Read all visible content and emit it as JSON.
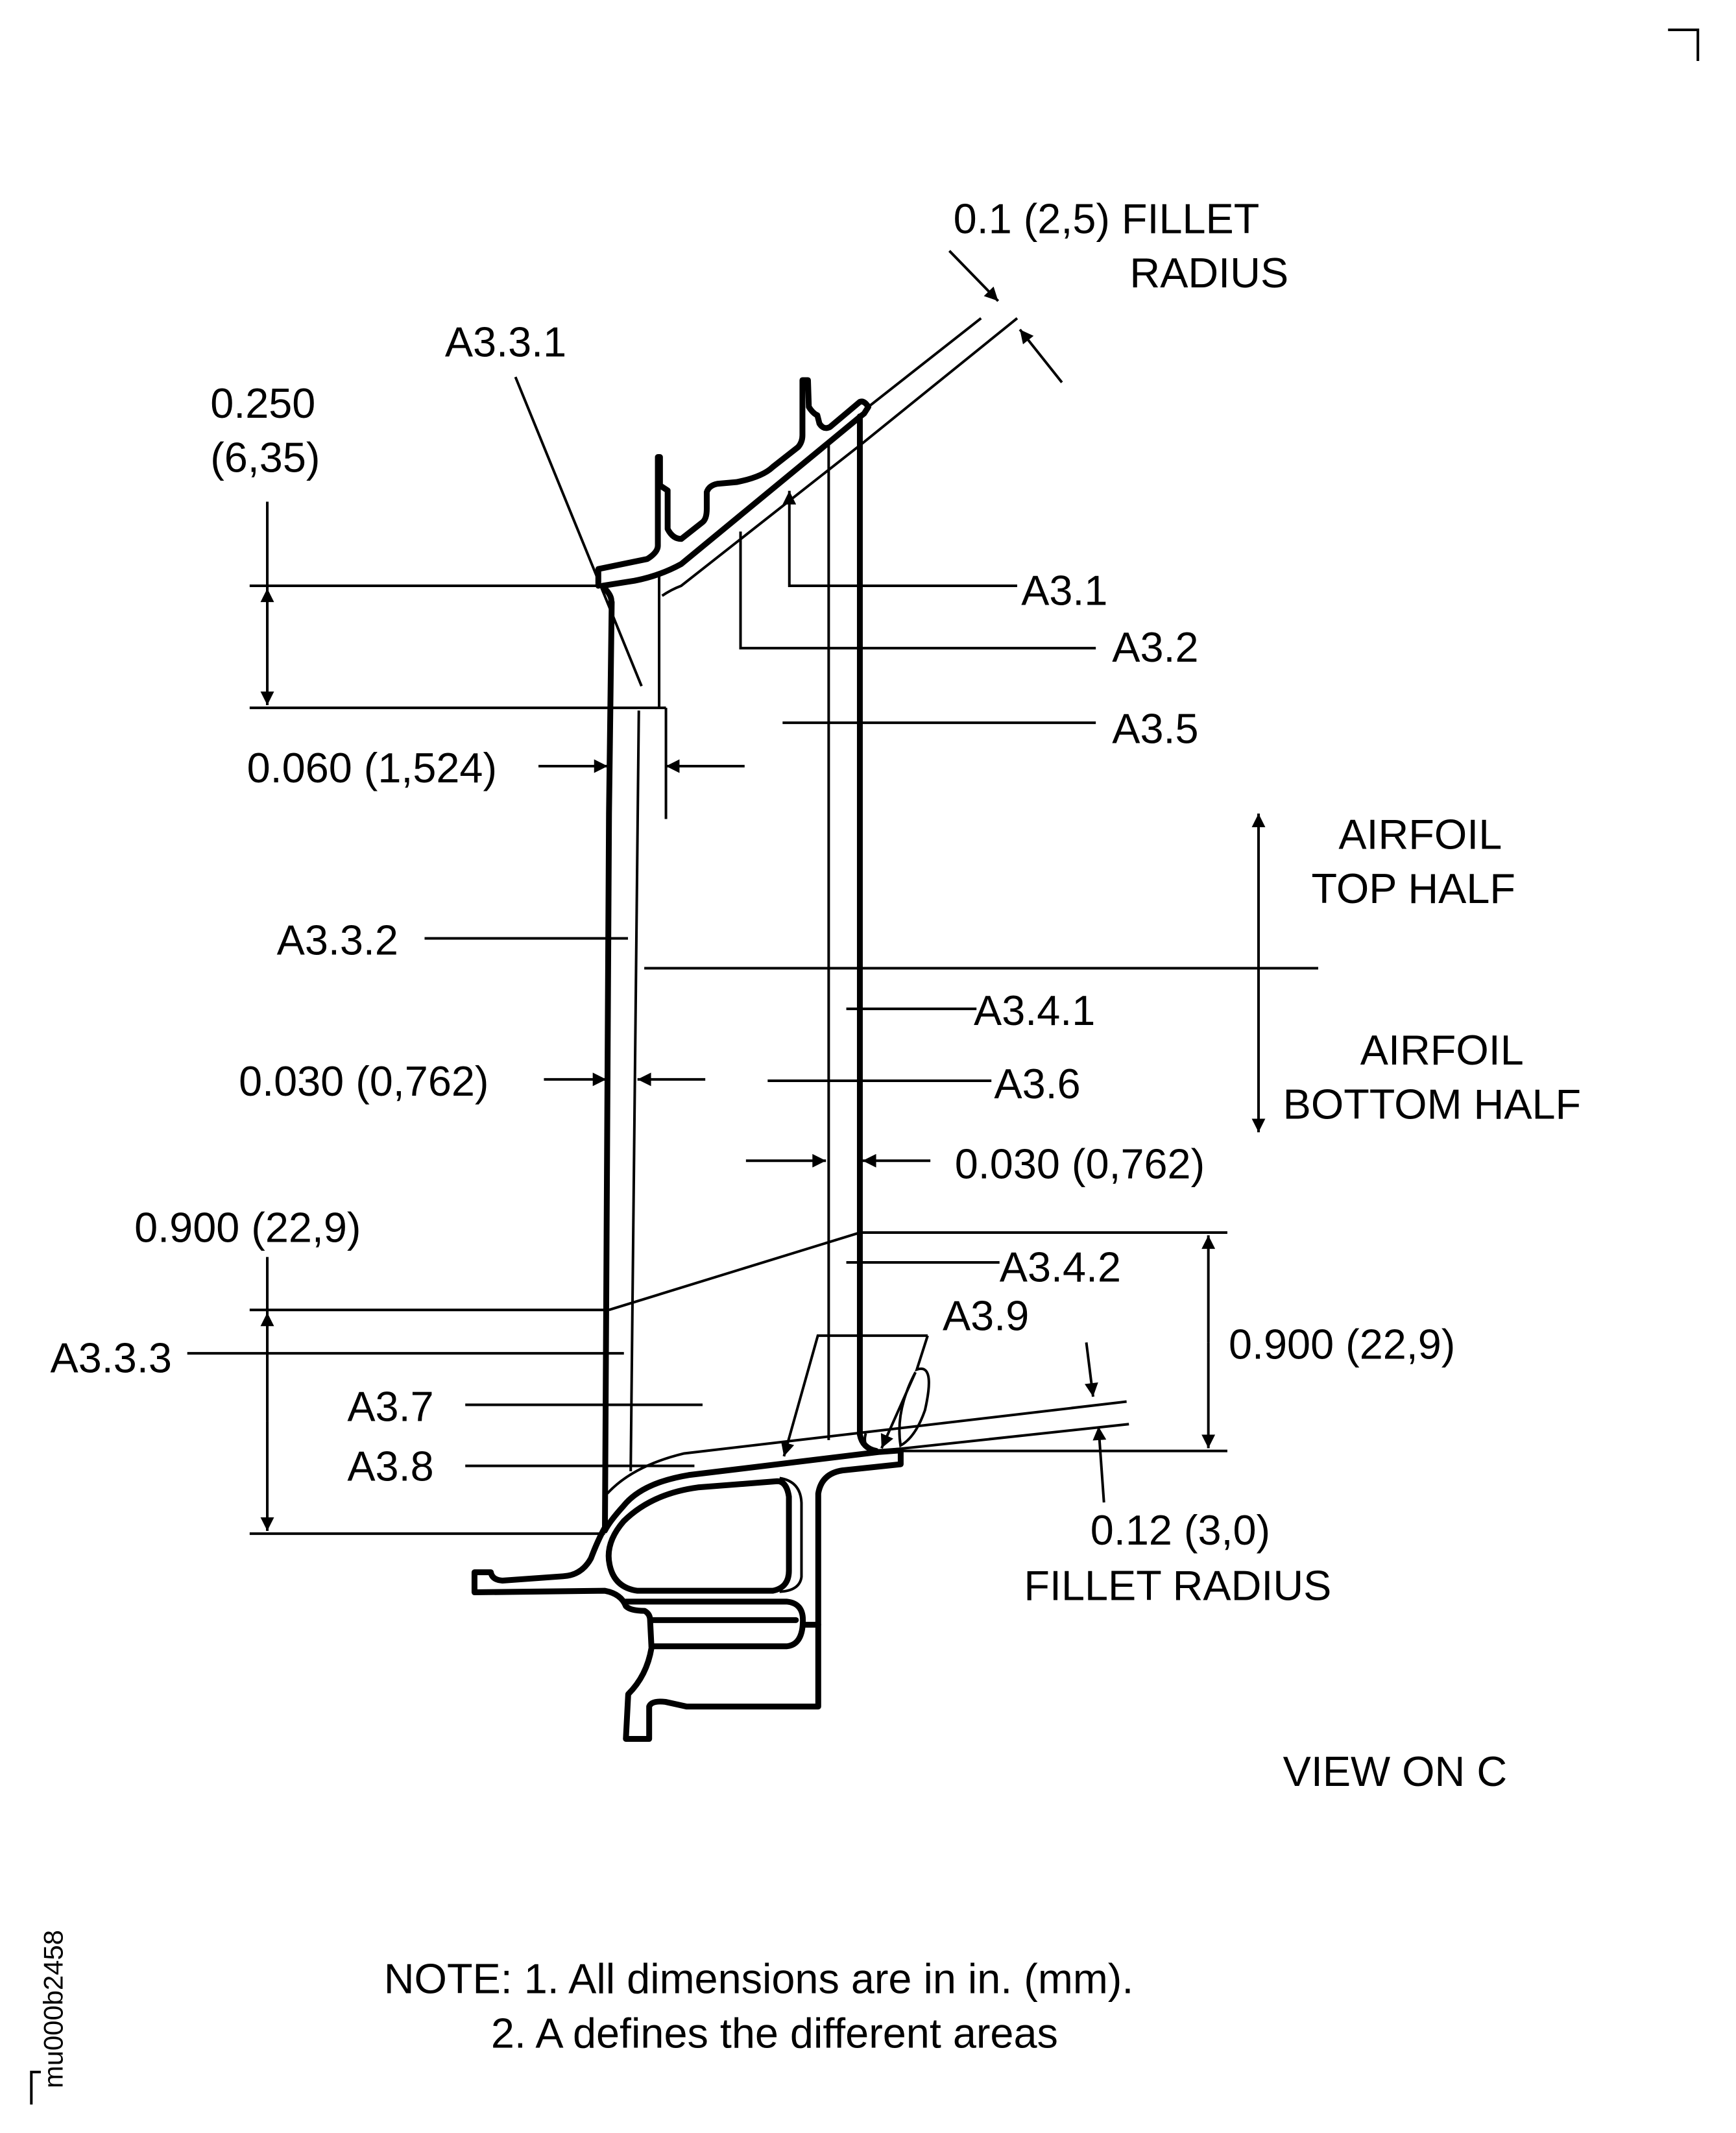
{
  "labels": {
    "fillet_top_1": "0.1 (2,5) FILLET",
    "fillet_top_2": "RADIUS",
    "a331": "A3.3.1",
    "dim_0250": "0.250",
    "dim_0250_mm": "(6,35)",
    "a31": "A3.1",
    "a32": "A3.2",
    "a35": "A3.5",
    "dim_0060": "0.060 (1,524)",
    "airfoil_top_1": "AIRFOIL",
    "airfoil_top_2": "TOP HALF",
    "a332": "A3.3.2",
    "a341": "A3.4.1",
    "airfoil_bottom_1": "AIRFOIL",
    "airfoil_bottom_2": "BOTTOM HALF",
    "dim_0030_left": "0.030 (0,762)",
    "a36": "A3.6",
    "dim_0030_right": "0.030 (0,762)",
    "dim_0900_left": "0.900 (22,9)",
    "a342": "A3.4.2",
    "a39": "A3.9",
    "a333": "A3.3.3",
    "dim_0900_right": "0.900 (22,9)",
    "a37": "A3.7",
    "a38": "A3.8",
    "fillet_bottom_1": "0.12 (3,0)",
    "fillet_bottom_2": "FILLET RADIUS",
    "view": "VIEW ON C"
  },
  "notes": {
    "line1": "NOTE: 1. All dimensions are in in. (mm).",
    "line2": "2. A defines the different areas"
  },
  "drawing_code": "mu000b2458"
}
